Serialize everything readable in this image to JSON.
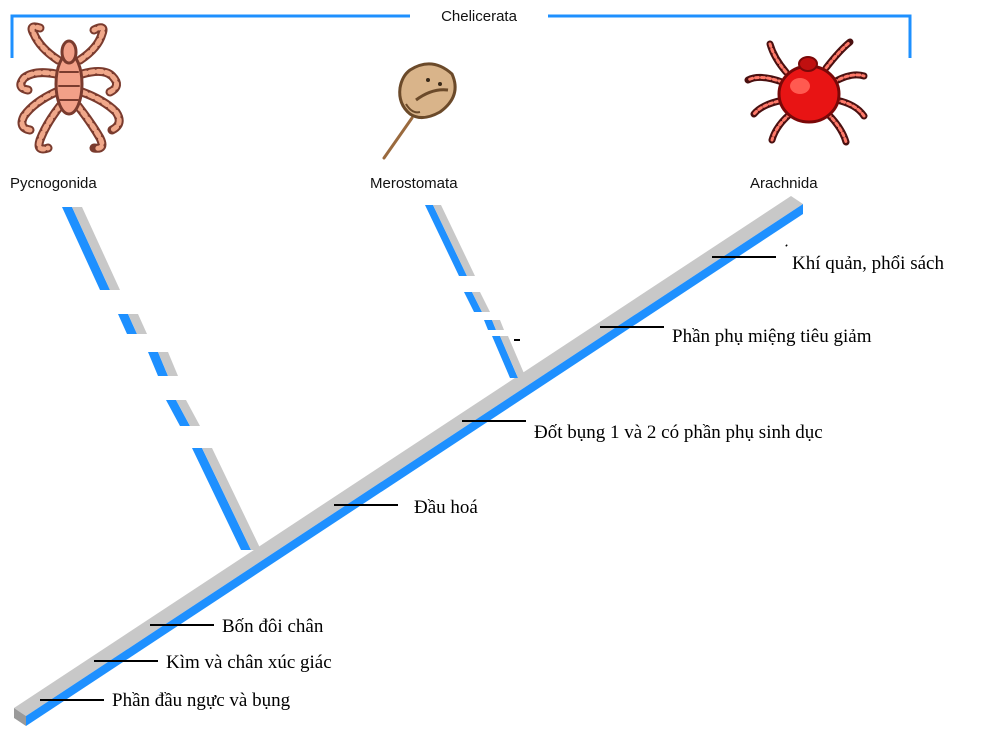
{
  "group": {
    "name": "Chelicerata"
  },
  "taxa": [
    {
      "id": "pycnogonida",
      "label": "Pycnogonida",
      "icon": "sea-spider-icon"
    },
    {
      "id": "merostomata",
      "label": "Merostomata",
      "icon": "horseshoe-crab-icon"
    },
    {
      "id": "arachnida",
      "label": "Arachnida",
      "icon": "mite-icon"
    }
  ],
  "traits": [
    {
      "id": "cephalothorax-abdomen",
      "label": "Phần đầu ngực và bụng"
    },
    {
      "id": "chelicerae-pedipalps",
      "label": "Kìm và chân xúc giác"
    },
    {
      "id": "four-leg-pairs",
      "label": "Bốn đôi chân"
    },
    {
      "id": "cephalization",
      "label": "Đầu hoá"
    },
    {
      "id": "genital-appendages",
      "label": "Đốt bụng 1 và 2 có phần phụ sinh dục"
    },
    {
      "id": "reduced-mouthparts",
      "label": "Phần phụ miệng tiêu giảm"
    },
    {
      "id": "tracheae-book-lungs",
      "label": "Khí quản, phổi sách"
    }
  ],
  "colors": {
    "bracket": "#1e90ff",
    "branch_blue": "#1e90ff",
    "branch_gray": "#c8c8c8"
  }
}
